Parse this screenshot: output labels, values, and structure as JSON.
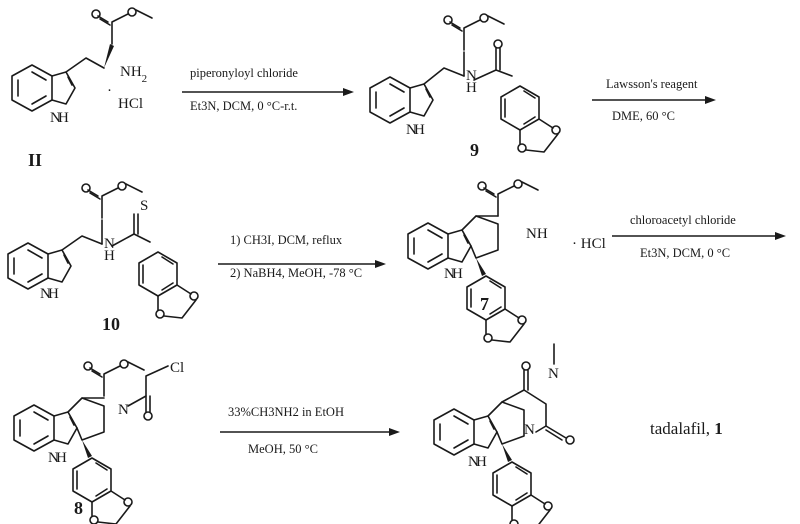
{
  "compounds": {
    "c1": "II",
    "c2": "9",
    "c3": "10",
    "c4": "7",
    "c5": "8",
    "c6_name": "tadalafil,",
    "c6_id": "1"
  },
  "atoms": {
    "nh2": "NH",
    "nh2_sub": "2",
    "hcl": "HCl",
    "dot": "·",
    "nh": "NH",
    "h": "H",
    "n": "N",
    "s": "S",
    "cl": "Cl",
    "hcl2": "· HCl"
  },
  "arrows": {
    "a1": {
      "above": "piperonyloyl chloride",
      "below": "Et3N, DCM, 0 °C-r.t."
    },
    "a2": {
      "above": "Lawsson's reagent",
      "below": "DME, 60 °C"
    },
    "a3": {
      "above": "1) CH3I, DCM, reflux",
      "below": "2)  NaBH4, MeOH, -78 °C"
    },
    "a4": {
      "above": "chloroacetyl chloride",
      "below": "Et3N, DCM, 0  °C"
    },
    "a5": {
      "above": "33%CH3NH2 in EtOH",
      "below": "MeOH, 50  °C"
    }
  }
}
